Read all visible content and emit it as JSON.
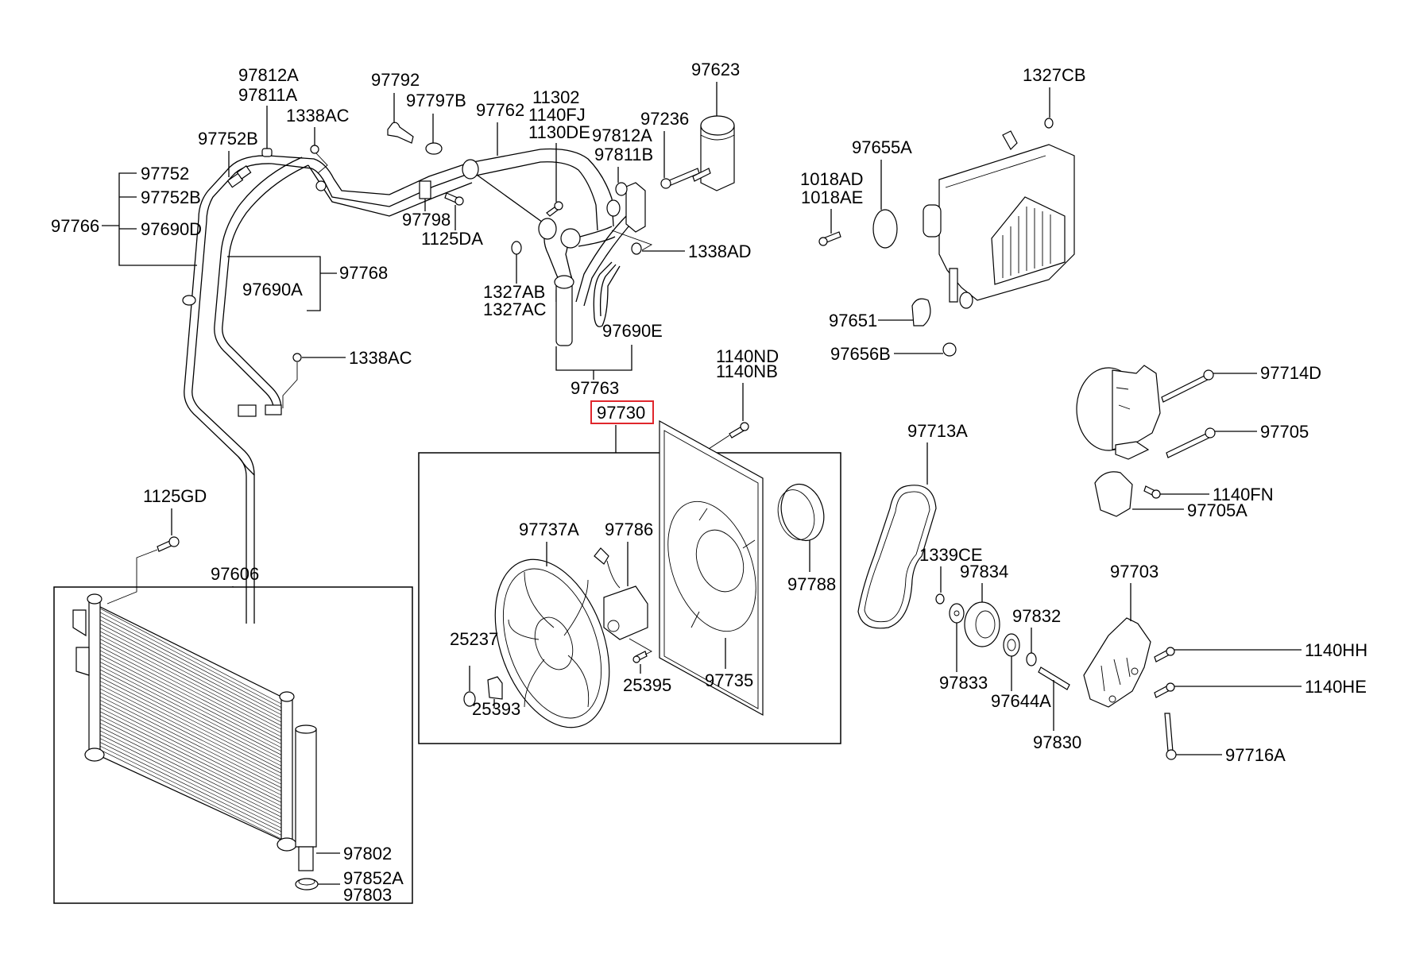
{
  "diagram": {
    "title": "A/C system parts diagram",
    "highlight_color": "#e0262c",
    "highlighted_part": "97730",
    "hoses": {
      "p97812A_top": "97812A",
      "p97811A": "97811A",
      "p1338AC_top": "1338AC",
      "p97752B_top": "97752B",
      "p97752": "97752",
      "p97752B": "97752B",
      "p97690D": "97690D",
      "p97766": "97766",
      "p97768": "97768",
      "p97690A": "97690A",
      "p1338AC_low": "1338AC",
      "p97792": "97792",
      "p97797B": "97797B",
      "p97762": "97762",
      "p11302": "11302",
      "p1140FJ": "1140FJ",
      "p1130DE": "1130DE",
      "p97812A_mid": "97812A",
      "p97811B": "97811B",
      "p97236": "97236",
      "p97623": "97623",
      "p97798": "97798",
      "p1125DA": "1125DA",
      "p1338AD": "1338AD",
      "p1327AB": "1327AB",
      "p1327AC": "1327AC",
      "p97690E": "97690E",
      "p97763": "97763"
    },
    "evaporator": {
      "p1327CB": "1327CB",
      "p97655A": "97655A",
      "p1018AD": "1018AD",
      "p1018AE": "1018AE",
      "p97651": "97651",
      "p97656B": "97656B"
    },
    "fan_assembly": {
      "p97730": "97730",
      "p1140ND": "1140ND",
      "p1140NB": "1140NB",
      "p97737A": "97737A",
      "p97786": "97786",
      "p97788": "97788",
      "p25237": "25237",
      "p25393": "25393",
      "p25395": "25395",
      "p97735": "97735"
    },
    "condenser": {
      "p1125GD": "1125GD",
      "p97606": "97606",
      "p97802": "97802",
      "p97852A": "97852A",
      "p97803": "97803"
    },
    "compressor": {
      "p97714D": "97714D",
      "p97705": "97705",
      "p1140FN": "1140FN",
      "p97705A": "97705A",
      "p97713A": "97713A",
      "p1339CE": "1339CE",
      "p97834": "97834",
      "p97703": "97703",
      "p97832": "97832",
      "p1140HH": "1140HH",
      "p1140HE": "1140HE",
      "p97833": "97833",
      "p97644A": "97644A",
      "p97830": "97830",
      "p97716A": "97716A"
    }
  }
}
